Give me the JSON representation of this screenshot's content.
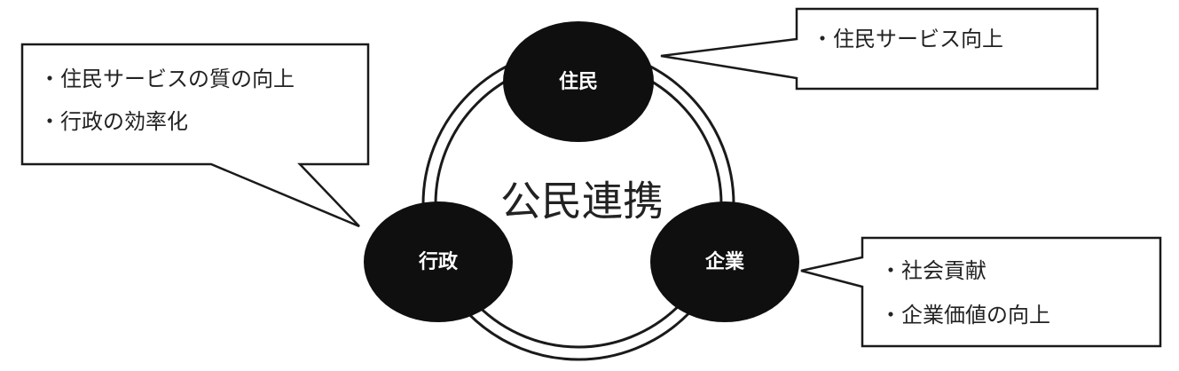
{
  "center": {
    "title": "公民連携"
  },
  "nodes": {
    "residents": {
      "label": "住民"
    },
    "government": {
      "label": "行政"
    },
    "business": {
      "label": "企業"
    }
  },
  "callouts": {
    "government": {
      "lines": [
        "・住民サービスの質の向上",
        "・行政の効率化"
      ]
    },
    "residents": {
      "lines": [
        "・住民サービス向上"
      ]
    },
    "business": {
      "lines": [
        "・社会貢献",
        "・企業価値の向上"
      ]
    }
  },
  "colors": {
    "node_fill": "#0f0f0f",
    "node_text": "#ffffff",
    "stroke": "#1a1a1a",
    "text": "#222222"
  }
}
